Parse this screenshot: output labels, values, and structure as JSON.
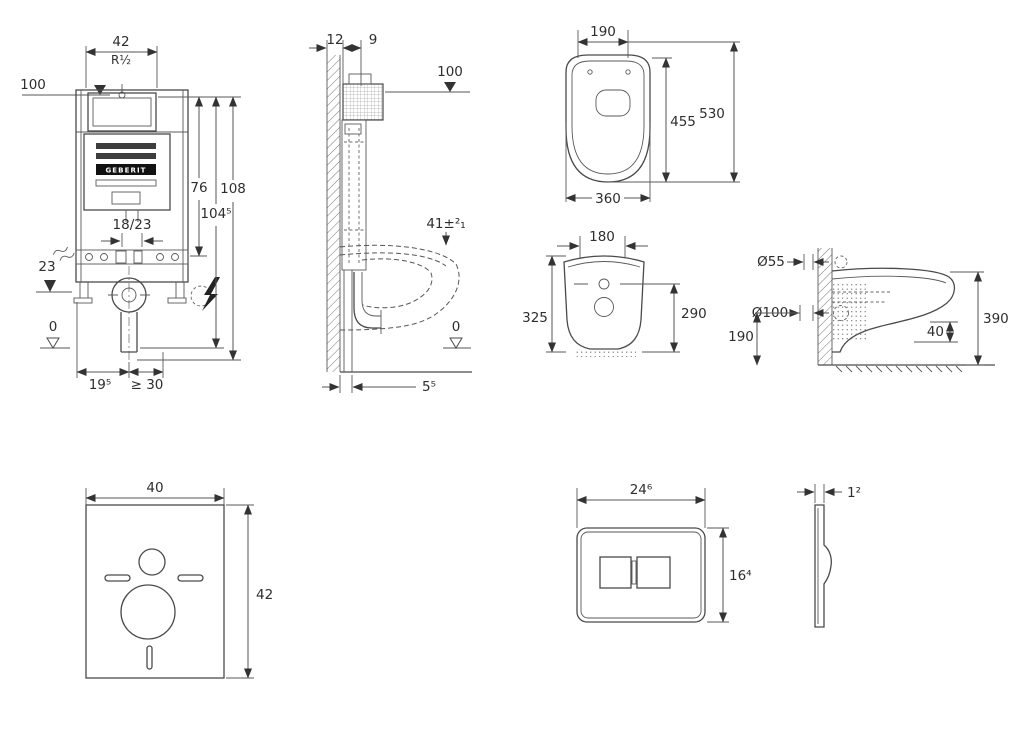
{
  "drawing": {
    "brand": "GEBERIT",
    "cistern_front": {
      "w": "42",
      "radius": "R½",
      "level_top": "100",
      "h_plate": "76",
      "h_total": "108",
      "h_mid": "104⁵",
      "outlet_offset": "18/23",
      "level_mid": "23",
      "level_floor": "0",
      "off_left": "19⁵",
      "off_right": "≥ 30"
    },
    "cistern_side": {
      "depth_wall": "12",
      "depth_front": "9",
      "level_top": "100",
      "seat_h": "41±²₁",
      "level_floor": "0",
      "pipe_off": "5⁵"
    },
    "wc_top": {
      "tank_w": "190",
      "bowl_l": "455",
      "total_d": "530",
      "bowl_w": "360"
    },
    "wc_front": {
      "tank_w": "180",
      "h_left": "325",
      "h_right": "290"
    },
    "wc_side": {
      "pipe_small": "Ø55",
      "pipe_large": "Ø100",
      "pipe_h": "190",
      "gap": "40",
      "seat_h": "390"
    },
    "mat": {
      "w": "40",
      "h": "42"
    },
    "plate_front": {
      "w": "24⁶",
      "h": "16⁴"
    },
    "plate_side": {
      "t": "1²"
    }
  }
}
